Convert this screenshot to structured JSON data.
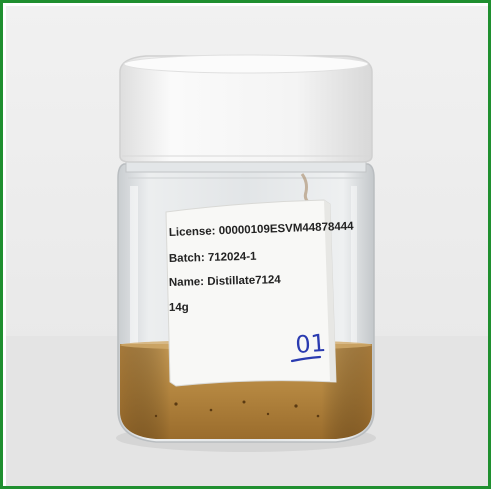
{
  "photo": {
    "subject": "sample-jar",
    "colors": {
      "frame_border": "#1f8f2f",
      "background_wall": "#ededed",
      "counter_surface": "#e6e6e6",
      "cap": "#f6f6f6",
      "glass": "#d9dde0",
      "liquid": "#b58a4a",
      "label_paper": "#f7f7f5",
      "label_text": "#222222",
      "handwriting_ink": "#2a3bb0"
    }
  },
  "label": {
    "license": "License: 00000109ESVM44878444",
    "batch": "Batch: 712024-1",
    "name": "Name: Distillate7124",
    "weight": "14g",
    "handwritten_number": "01"
  }
}
